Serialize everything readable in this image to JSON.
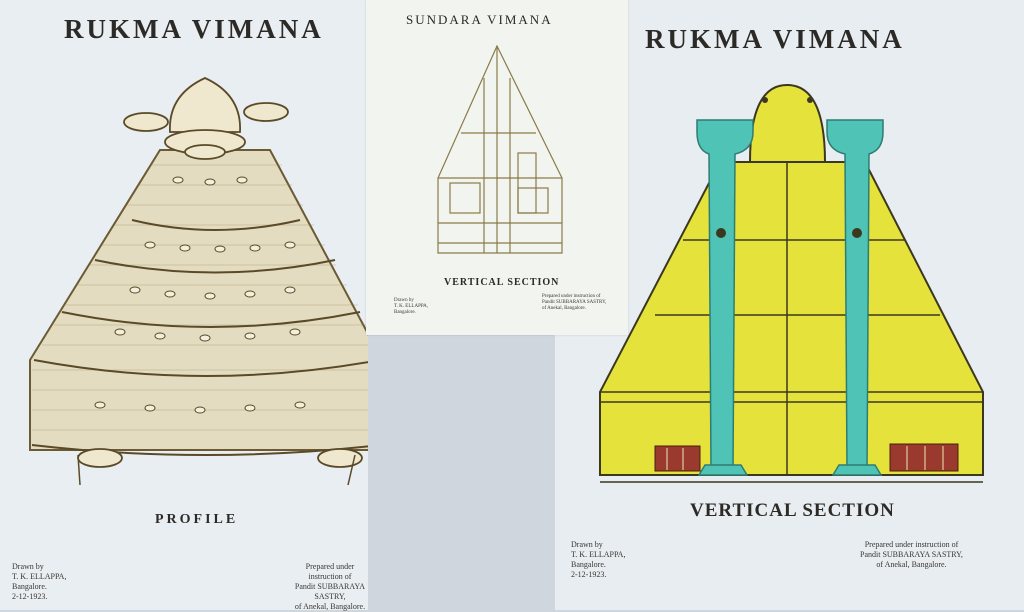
{
  "left": {
    "title": "RUKMA VIMANA",
    "caption": "PROFILE",
    "drawn_by": "Drawn by\nT. K. ELLAPPA,\nBangalore.\n2-12-1923.",
    "prepared": "Prepared under instruction of\nPandit SUBBARAYA SASTRY,\nof Anekal, Bangalore."
  },
  "middle": {
    "title": "SUNDARA VIMANA",
    "caption": "VERTICAL SECTION",
    "drawn_by": "Drawn by\nT. K. ELLAPPA,\nBangalore.",
    "prepared": "Prepared under instruction of\nPandit SUBBARAYA SASTRY,\nof Anekal, Bangalore."
  },
  "right": {
    "title": "RUKMA VIMANA",
    "caption": "VERTICAL SECTION",
    "drawn_by": "Drawn by\nT. K. ELLAPPA,\nBangalore.\n2-12-1923.",
    "prepared": "Prepared under instruction of\nPandit SUBBARAYA SASTRY,\nof Anekal, Bangalore."
  },
  "colors": {
    "paper": "#e9eef2",
    "ink": "#2c2a26",
    "sketch": "#6b5a34",
    "yellow_fill": "#e6e23c",
    "teal_pipe": "#4fc3b5",
    "red_machine": "#9a3a2e"
  }
}
